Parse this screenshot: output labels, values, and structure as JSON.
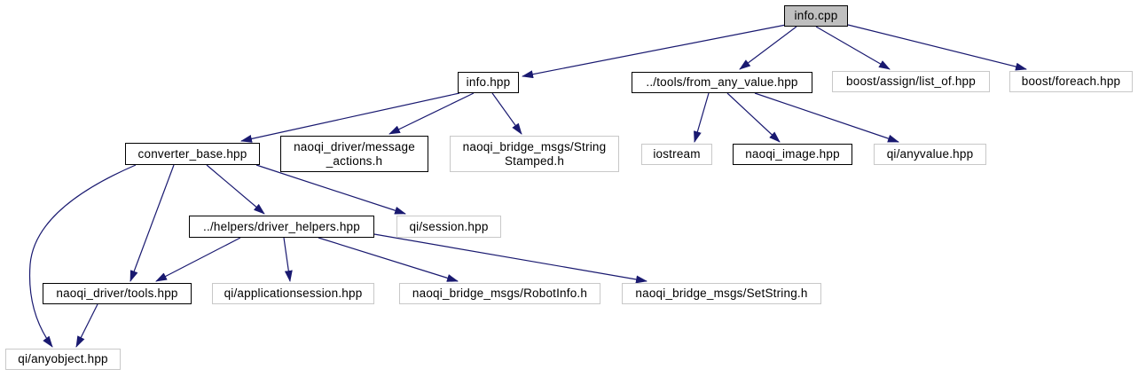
{
  "diagram": {
    "kind": "include-dependency-graph",
    "root_file": "info.cpp",
    "edge_color": "#191970",
    "linked_node_border_color": "#000000",
    "plain_node_border_color": "#c8c8c8",
    "root_node_fill_color": "#bfbfbf",
    "background_color": "#ffffff"
  },
  "nodes": [
    {
      "id": "info-cpp",
      "label": "info.cpp",
      "linked": false,
      "root": true
    },
    {
      "id": "info-hpp",
      "label": "info.hpp",
      "linked": true
    },
    {
      "id": "from-any-value",
      "label": "../tools/from_any_value.hpp",
      "linked": true
    },
    {
      "id": "list-of",
      "label": "boost/assign/list_of.hpp",
      "linked": false
    },
    {
      "id": "foreach",
      "label": "boost/foreach.hpp",
      "linked": false
    },
    {
      "id": "converter-base",
      "label": "converter_base.hpp",
      "linked": true
    },
    {
      "id": "message-actions",
      "label": "naoqi_driver/message_actions.h",
      "lines": [
        "naoqi_driver/message",
        "_actions.h"
      ],
      "linked": true
    },
    {
      "id": "string-stamped",
      "label": "naoqi_bridge_msgs/StringStamped.h",
      "lines": [
        "naoqi_bridge_msgs/String",
        "Stamped.h"
      ],
      "linked": false
    },
    {
      "id": "iostream",
      "label": "iostream",
      "linked": false
    },
    {
      "id": "naoqi-image",
      "label": "naoqi_image.hpp",
      "linked": true
    },
    {
      "id": "anyvalue",
      "label": "qi/anyvalue.hpp",
      "linked": false
    },
    {
      "id": "driver-helpers",
      "label": "../helpers/driver_helpers.hpp",
      "linked": true
    },
    {
      "id": "session",
      "label": "qi/session.hpp",
      "linked": false
    },
    {
      "id": "tools",
      "label": "naoqi_driver/tools.hpp",
      "linked": true
    },
    {
      "id": "applicationsession",
      "label": "qi/applicationsession.hpp",
      "linked": false
    },
    {
      "id": "robotinfo",
      "label": "naoqi_bridge_msgs/RobotInfo.h",
      "linked": false
    },
    {
      "id": "setstring",
      "label": "naoqi_bridge_msgs/SetString.h",
      "linked": false
    },
    {
      "id": "anyobject",
      "label": "qi/anyobject.hpp",
      "linked": false
    }
  ],
  "edges": [
    {
      "from": "info.cpp",
      "to": "info.hpp"
    },
    {
      "from": "info.cpp",
      "to": "../tools/from_any_value.hpp"
    },
    {
      "from": "info.cpp",
      "to": "boost/assign/list_of.hpp"
    },
    {
      "from": "info.cpp",
      "to": "boost/foreach.hpp"
    },
    {
      "from": "info.hpp",
      "to": "converter_base.hpp"
    },
    {
      "from": "info.hpp",
      "to": "naoqi_driver/message_actions.h"
    },
    {
      "from": "info.hpp",
      "to": "naoqi_bridge_msgs/StringStamped.h"
    },
    {
      "from": "../tools/from_any_value.hpp",
      "to": "iostream"
    },
    {
      "from": "../tools/from_any_value.hpp",
      "to": "naoqi_image.hpp"
    },
    {
      "from": "../tools/from_any_value.hpp",
      "to": "qi/anyvalue.hpp"
    },
    {
      "from": "converter_base.hpp",
      "to": "qi/anyobject.hpp"
    },
    {
      "from": "converter_base.hpp",
      "to": "naoqi_driver/tools.hpp"
    },
    {
      "from": "converter_base.hpp",
      "to": "../helpers/driver_helpers.hpp"
    },
    {
      "from": "converter_base.hpp",
      "to": "qi/session.hpp"
    },
    {
      "from": "../helpers/driver_helpers.hpp",
      "to": "naoqi_driver/tools.hpp"
    },
    {
      "from": "../helpers/driver_helpers.hpp",
      "to": "qi/applicationsession.hpp"
    },
    {
      "from": "../helpers/driver_helpers.hpp",
      "to": "naoqi_bridge_msgs/RobotInfo.h"
    },
    {
      "from": "../helpers/driver_helpers.hpp",
      "to": "naoqi_bridge_msgs/SetString.h"
    },
    {
      "from": "naoqi_driver/tools.hpp",
      "to": "qi/anyobject.hpp"
    }
  ]
}
